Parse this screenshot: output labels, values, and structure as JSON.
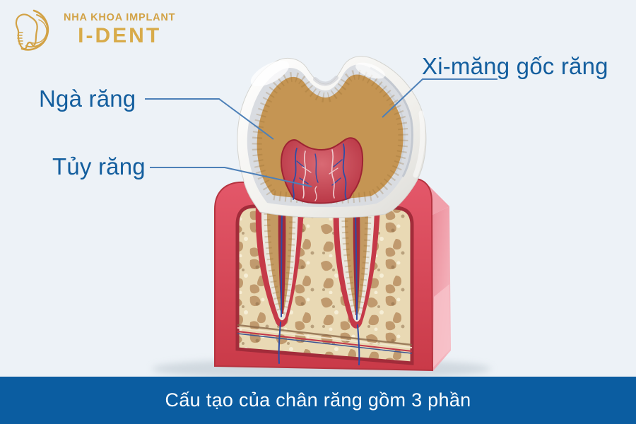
{
  "background": "#edf2f7",
  "logo": {
    "icon": "tooth-implant-logo-icon",
    "line1": "NHA KHOA IMPLANT",
    "line2": "I-DENT",
    "gold_color": "#d2a245"
  },
  "annotations": {
    "dentin": {
      "label": "Ngà răng"
    },
    "pulp": {
      "label": "Tủy răng"
    },
    "cementum": {
      "label": "Xi-măng gốc răng"
    },
    "label_color": "#135e9e",
    "leader_line_color": "#4d80b8"
  },
  "caption": {
    "text": "Cấu tạo của chân răng gồm 3 phần",
    "background": "#0b5da1",
    "text_color": "#ffffff"
  },
  "illustration": {
    "description": "3D cross-section of a molar tooth embedded in gum and jawbone, showing enamel, dentin, pulp chamber with vessels, two roots and spongy bone",
    "colors": {
      "enamel": "#f4f3ef",
      "enamel_cut": "#d9dce1",
      "dentin": "#c59553",
      "pulp": "#c1394a",
      "gum_front": "#d1414f",
      "gum_side": "#f0a3ae",
      "bone": "#e9d9b4",
      "bone_spots": "#bc9466",
      "vessel_blue": "#2d4da6",
      "vessel_light": "#efcdd0"
    }
  }
}
